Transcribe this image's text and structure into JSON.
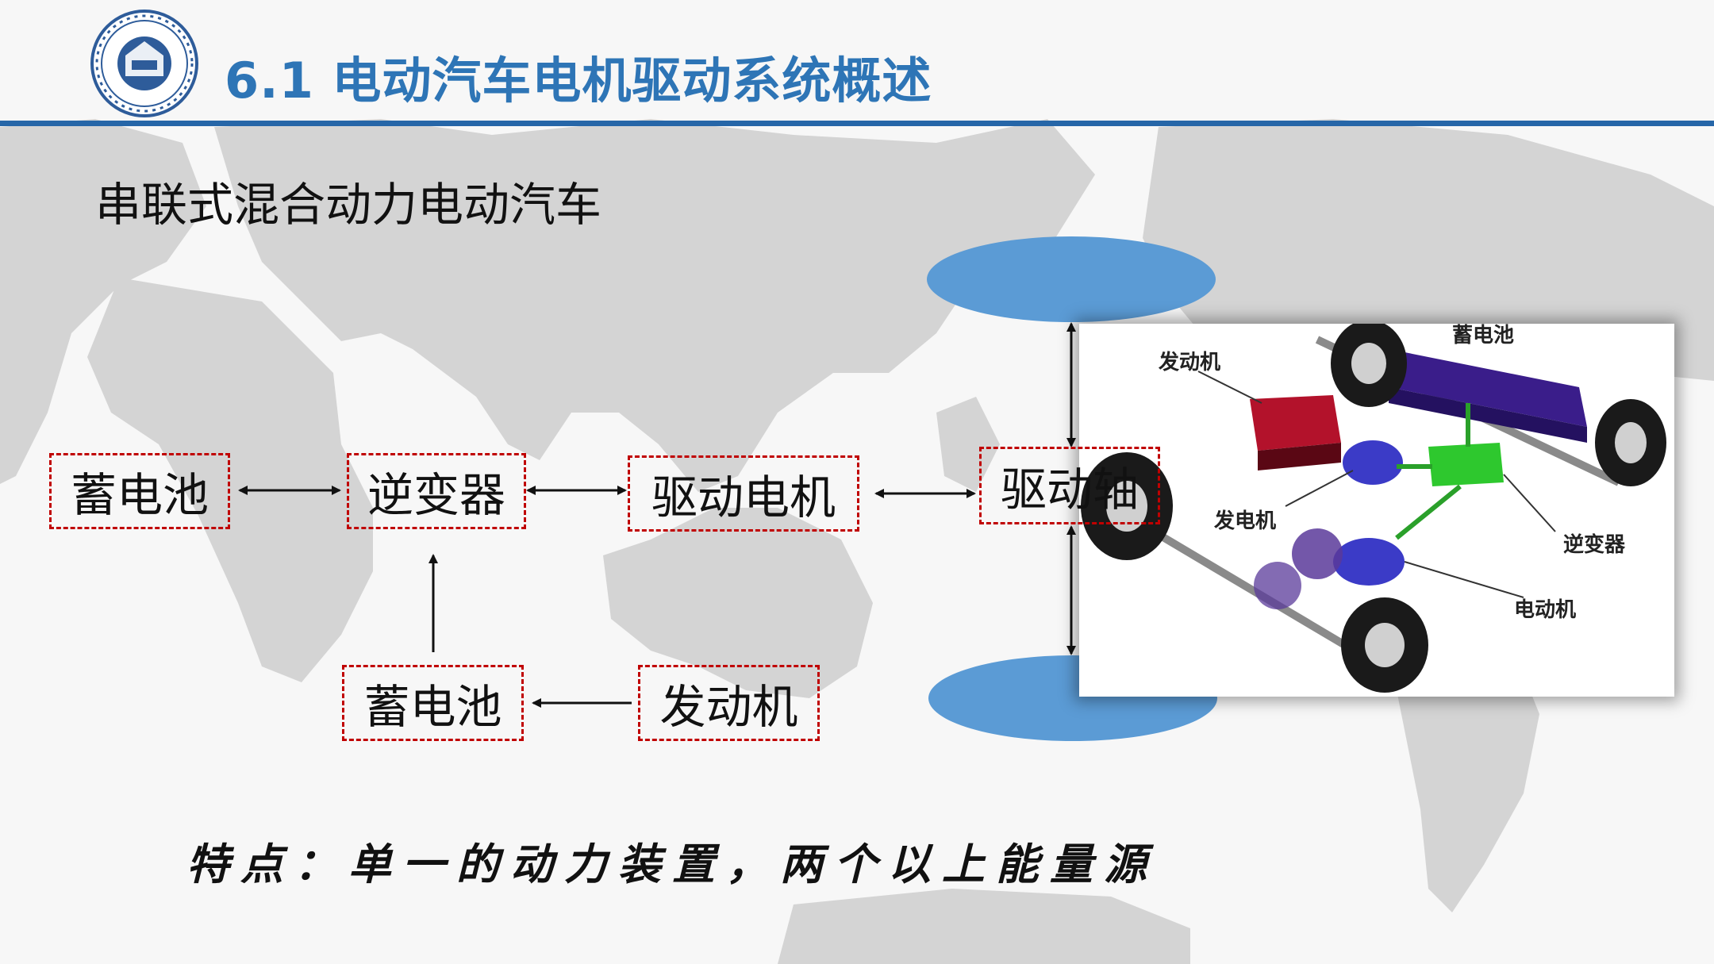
{
  "header": {
    "title": "6.1  电动汽车电机驱动系统概述"
  },
  "subtitle": "串联式混合动力电动汽车",
  "diagram": {
    "box_color": "#c00000",
    "ellipse_color": "#5b9bd5",
    "nodes": {
      "battery_top": "蓄电池",
      "inverter": "逆变器",
      "drive_motor": "驱动电机",
      "drive_shaft": "驱动轴",
      "battery_bottom": "蓄电池",
      "engine": "发动机"
    }
  },
  "photo": {
    "labels": {
      "battery": "蓄电池",
      "engine": "发动机",
      "generator": "发电机",
      "inverter": "逆变器",
      "motor": "电动机"
    }
  },
  "feature": "特点：单一的动力装置，两个以上能量源",
  "colors": {
    "title": "#2e75b6",
    "rule": "#2666a8"
  }
}
